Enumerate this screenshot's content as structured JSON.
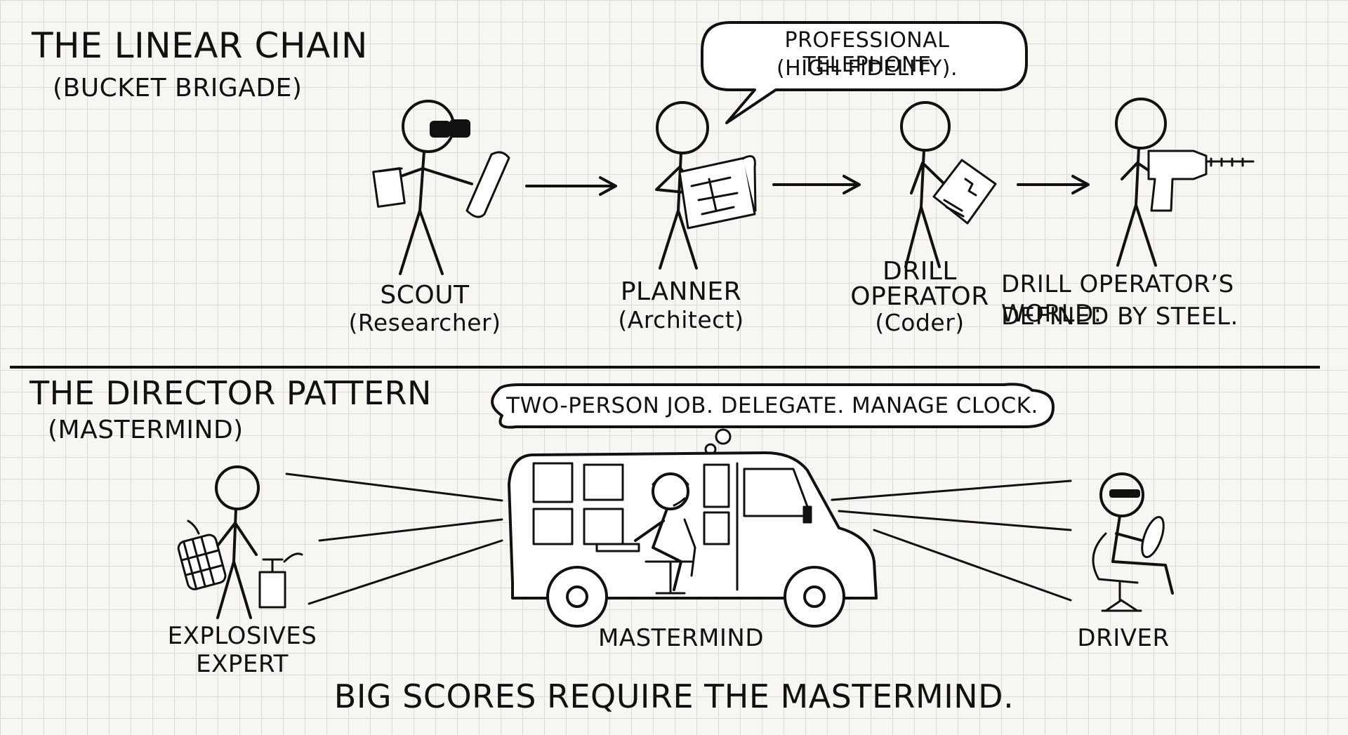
{
  "top": {
    "title": "THE LINEAR CHAIN",
    "subtitle": "(BUCKET BRIGADE)",
    "speech": [
      "PROFESSIONAL TELEPHONE",
      "(HIGH FIDELITY)."
    ],
    "scout": {
      "name": "SCOUT",
      "role": "(Researcher)"
    },
    "planner": {
      "name": "PLANNER",
      "role": "(Architect)"
    },
    "drill": {
      "name1": "DRILL",
      "name2": "OPERATOR",
      "role": "(Coder)"
    },
    "world": [
      "DRILL OPERATOR’S WORLD:",
      "DEFINED BY STEEL."
    ]
  },
  "bottom": {
    "title": "THE DIRECTOR PATTERN",
    "subtitle": "(MASTERMIND)",
    "thought": "TWO-PERSON JOB. DELEGATE. MANAGE CLOCK.",
    "explosives": [
      "EXPLOSIVES",
      "EXPERT"
    ],
    "mastermind": "MASTERMIND",
    "driver": "DRIVER",
    "caption": "BIG SCORES REQUIRE THE MASTERMIND."
  }
}
